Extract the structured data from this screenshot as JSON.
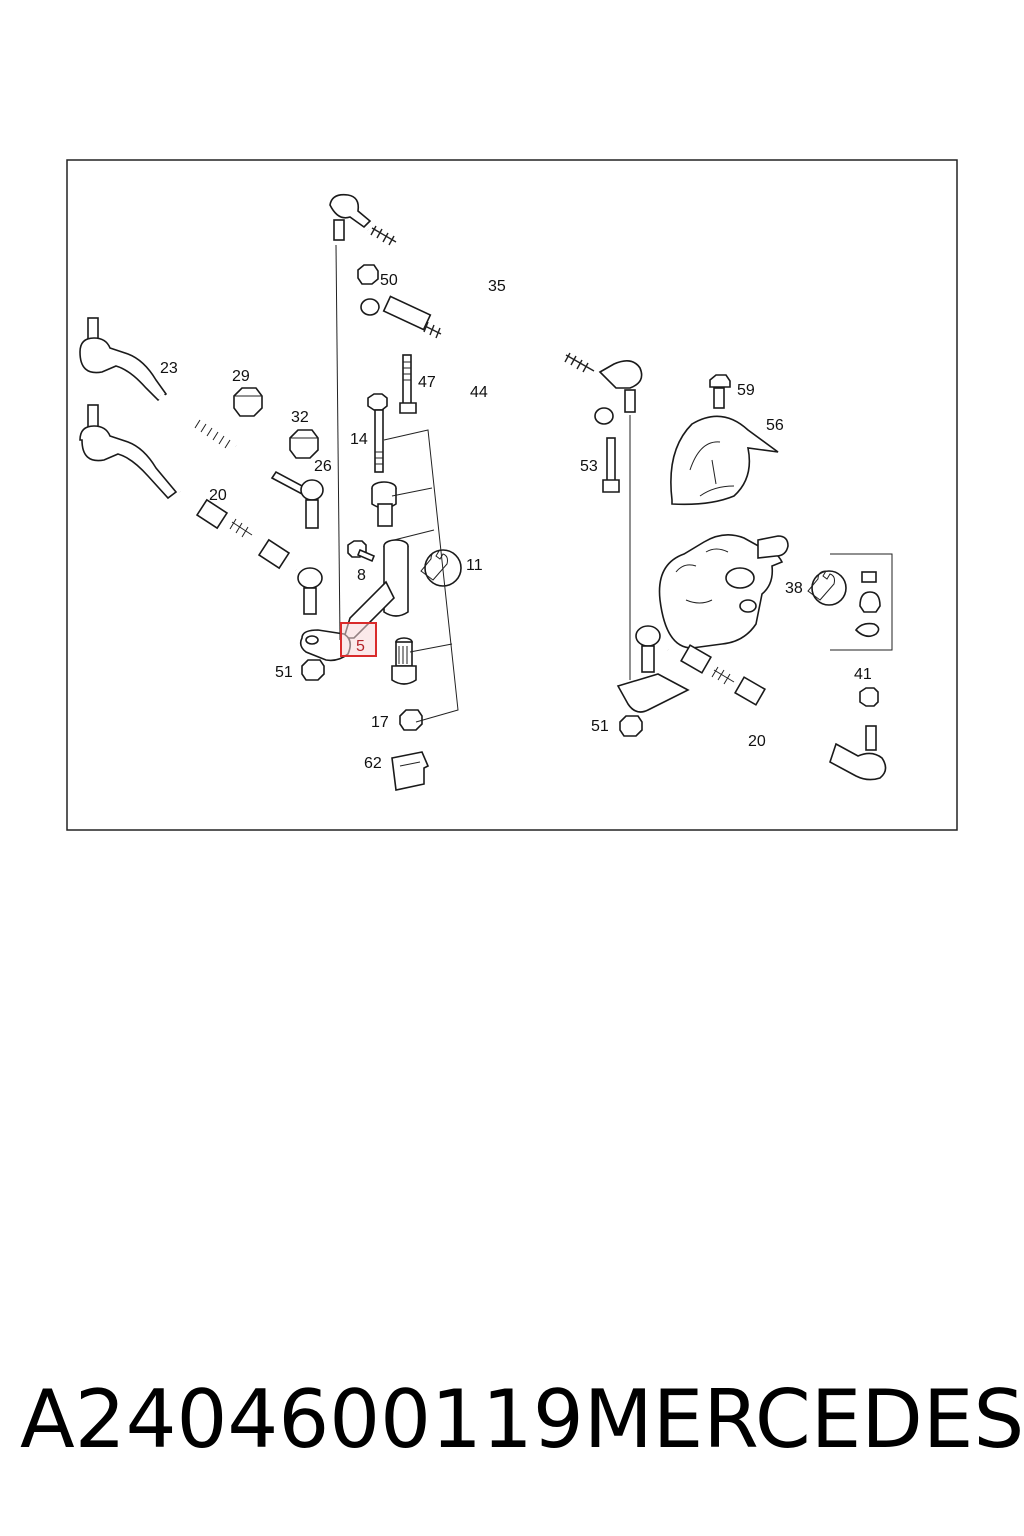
{
  "diagram": {
    "part_labels": [
      "50",
      "35",
      "23",
      "29",
      "47",
      "44",
      "59",
      "32",
      "14",
      "26",
      "56",
      "53",
      "20",
      "8",
      "11",
      "38",
      "5",
      "51",
      "41",
      "17",
      "51",
      "20",
      "62"
    ],
    "highlight_label": "5",
    "highlight_color": "#d92b2b"
  },
  "caption": {
    "part_number": "A2404600119",
    "brand": "MERCEDES"
  }
}
